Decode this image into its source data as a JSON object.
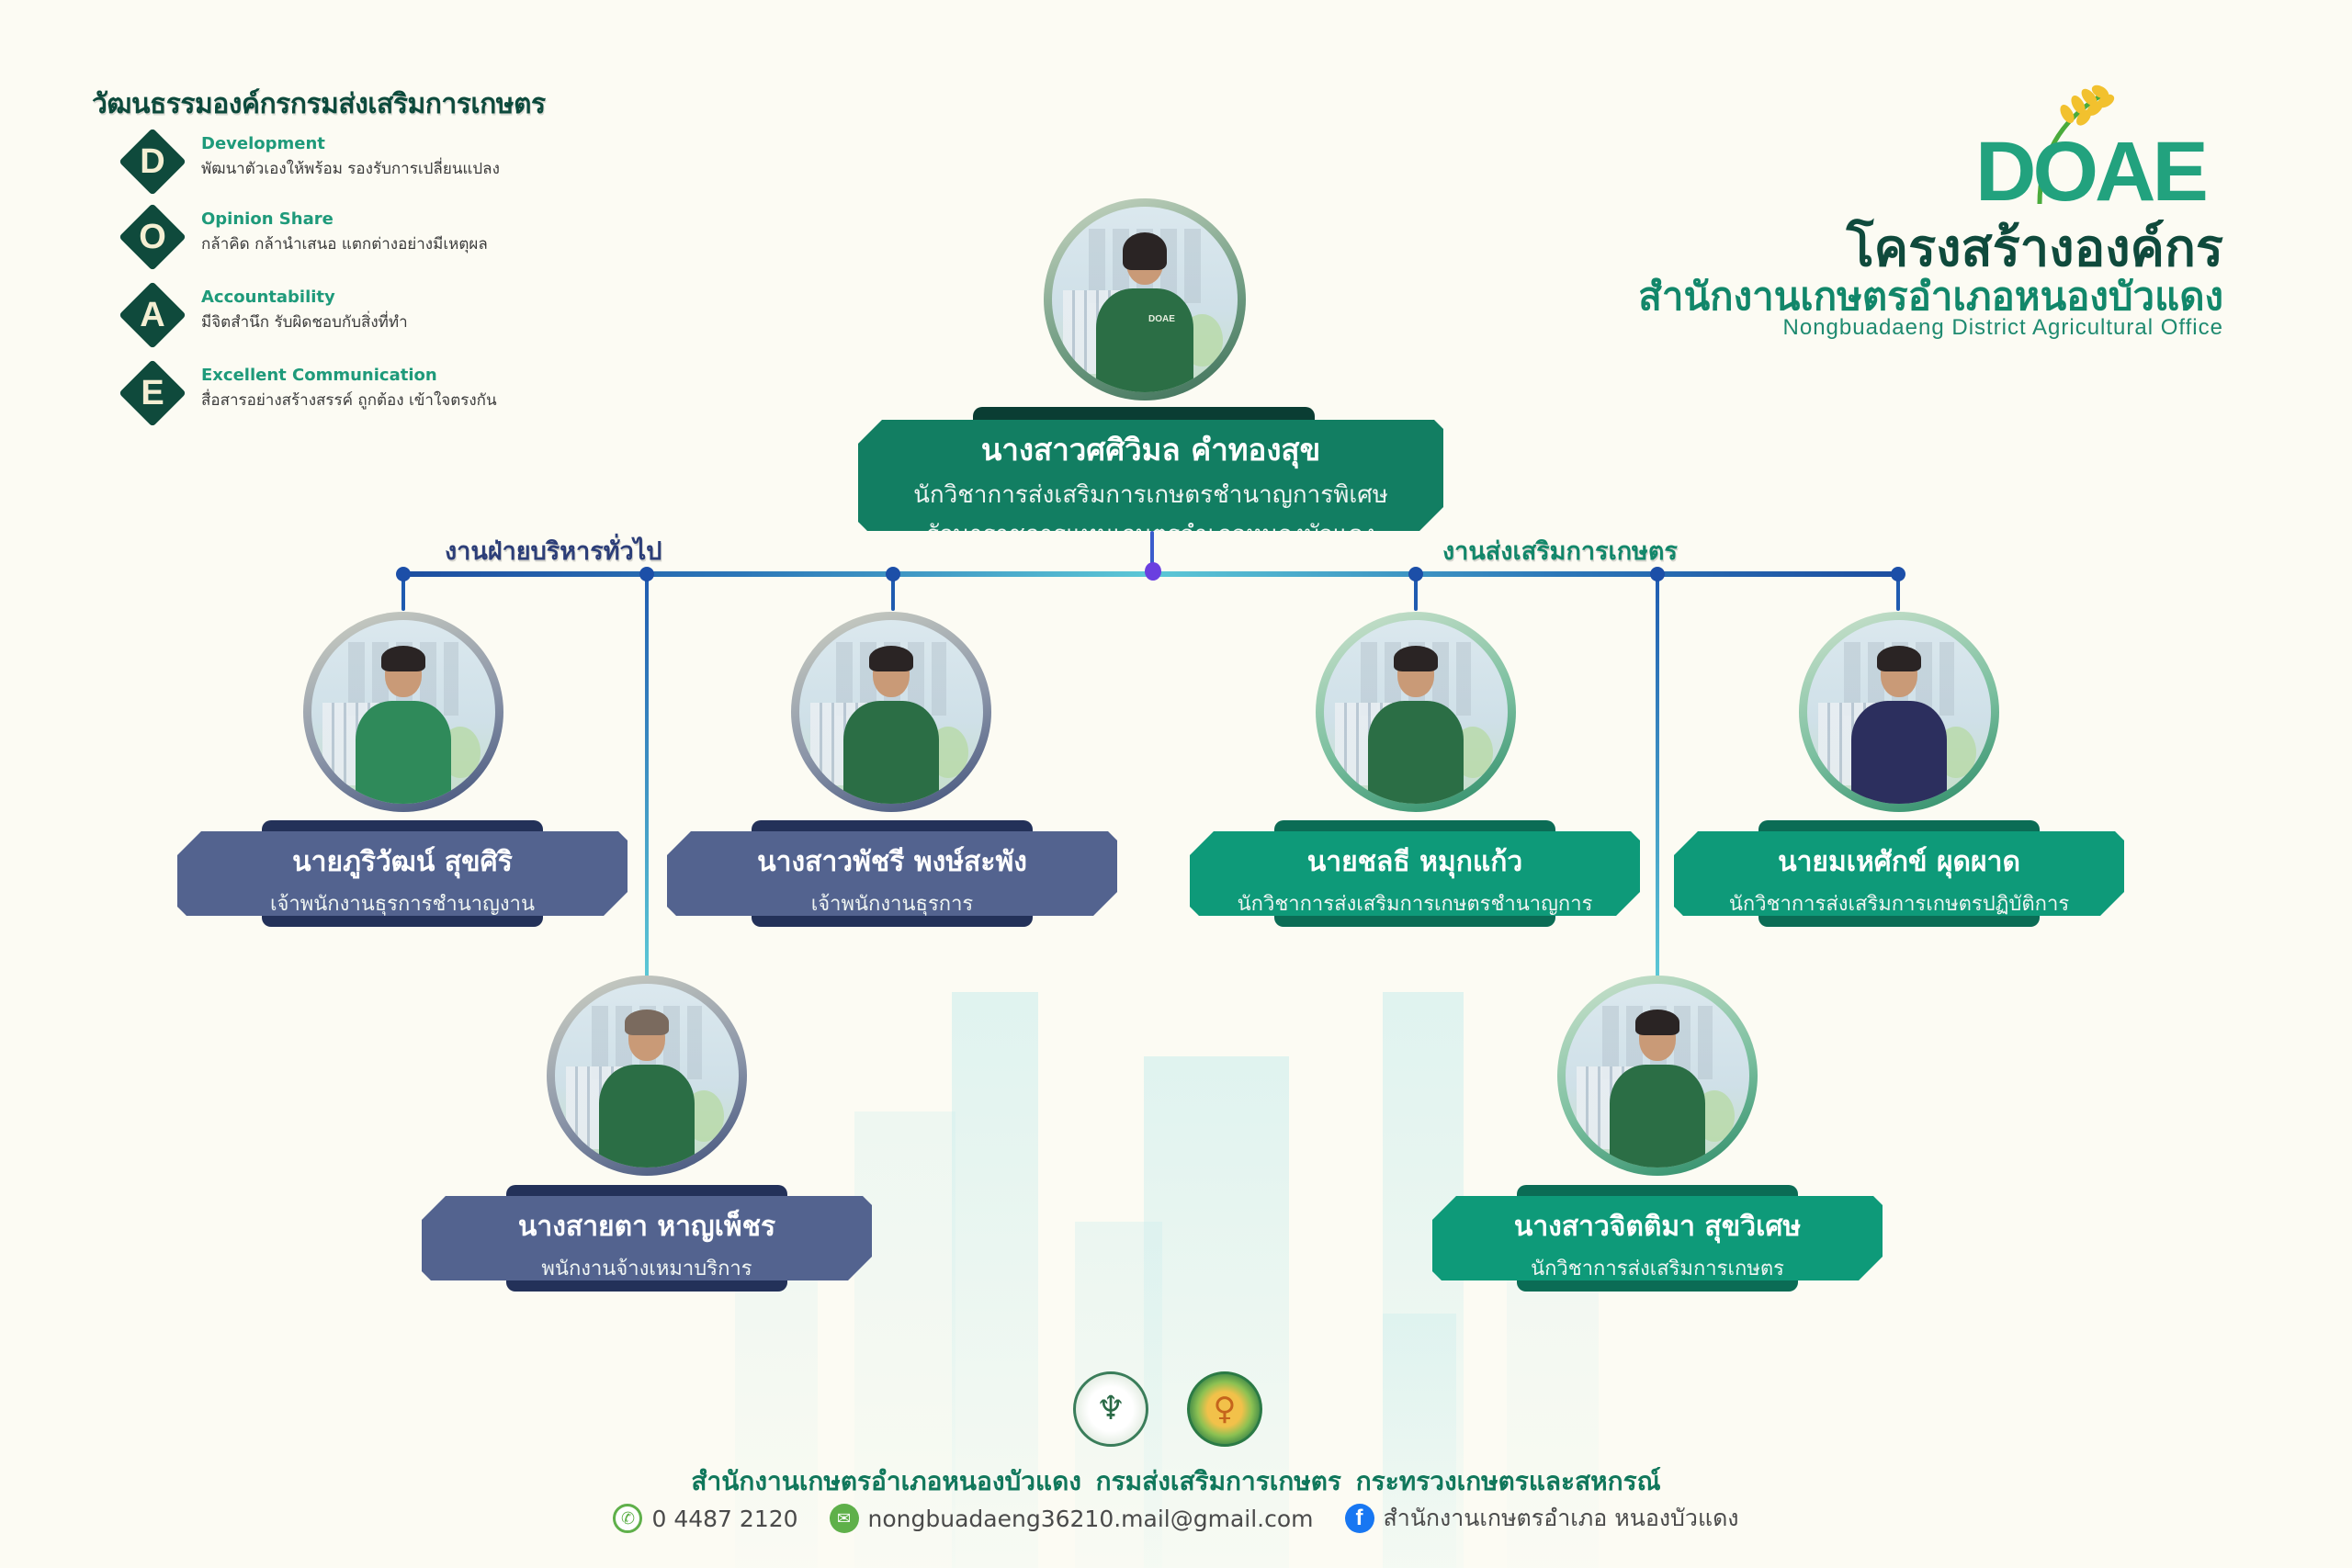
{
  "culture": {
    "title": "วัฒนธรรมองค์กรกรมส่งเสริมการเกษตร",
    "values": [
      {
        "letter": "D",
        "title": "Development",
        "desc": "พัฒนาตัวเองให้พร้อม รองรับการเปลี่ยนแปลง"
      },
      {
        "letter": "O",
        "title": "Opinion Share",
        "desc": "กล้าคิด กล้านำเสนอ แตกต่างอย่างมีเหตุผล"
      },
      {
        "letter": "A",
        "title": "Accountability",
        "desc": "มีจิตสำนึก รับผิดชอบกับสิ่งที่ทำ"
      },
      {
        "letter": "E",
        "title": "Excellent Communication",
        "desc": "สื่อสารอย่างสร้างสรรค์ ถูกต้อง เข้าใจตรงกัน"
      }
    ]
  },
  "header": {
    "logo_text": "DOAE",
    "title": "โครงสร้างองค์กร",
    "office_th": "สำนักงานเกษตรอำเภอหนองบัวแดง",
    "office_en": "Nongbuadaeng District Agricultural Office"
  },
  "colors": {
    "dark_green": "#0f4a3c",
    "accent_green": "#0e9a79",
    "admin_blue": "#53638f",
    "connector_blue": "#1c4fa8",
    "connector_cyan": "#5cc8d6",
    "center_dot": "#6a3fe0",
    "background": "#fcfbf3"
  },
  "chart": {
    "head": {
      "name": "นางสาวศศิวิมล คำทองสุข",
      "position": "นักวิชาการส่งเสริมการเกษตรชำนาญการพิเศษ",
      "position2": "รักษาราชการแทนเกษตรอำเภอหนองบัวแดง"
    },
    "departments": [
      {
        "label": "งานฝ่ายบริหารทั่วไป",
        "staff": [
          {
            "name": "นายภูริวัฒน์ สุขศิริ",
            "position": "เจ้าพนักงานธุรการชำนาญงาน"
          },
          {
            "name": "นางสาวพัชรี พงษ์สะพัง",
            "position": "เจ้าพนักงานธุรการ"
          },
          {
            "name": "นางสายตา หาญเพ็ชร",
            "position": "พนักงานจ้างเหมาบริการ"
          }
        ]
      },
      {
        "label": "งานส่งเสริมการเกษตร",
        "staff": [
          {
            "name": "นายชลธี หมุกแก้ว",
            "position": "นักวิชาการส่งเสริมการเกษตรชำนาญการ"
          },
          {
            "name": "นายมเหศักข์ ผุดผาด",
            "position": "นักวิชาการส่งเสริมการเกษตรปฏิบัติการ"
          },
          {
            "name": "นางสาวจิตติมา สุขวิเศษ",
            "position": "นักวิชาการส่งเสริมการเกษตร"
          }
        ]
      }
    ]
  },
  "footer": {
    "organizations": "สำนักงานเกษตรอำเภอหนองบัวแดง  กรมส่งเสริมการเกษตร  กระทรวงเกษตรและสหกรณ์",
    "phone": "0 4487 2120",
    "email": "nongbuadaeng36210.mail@gmail.com",
    "facebook": "สำนักงานเกษตรอำเภอ หนองบัวแดง",
    "icons": {
      "phone": "phone-icon",
      "email": "mail-icon",
      "facebook": "facebook-icon"
    }
  }
}
